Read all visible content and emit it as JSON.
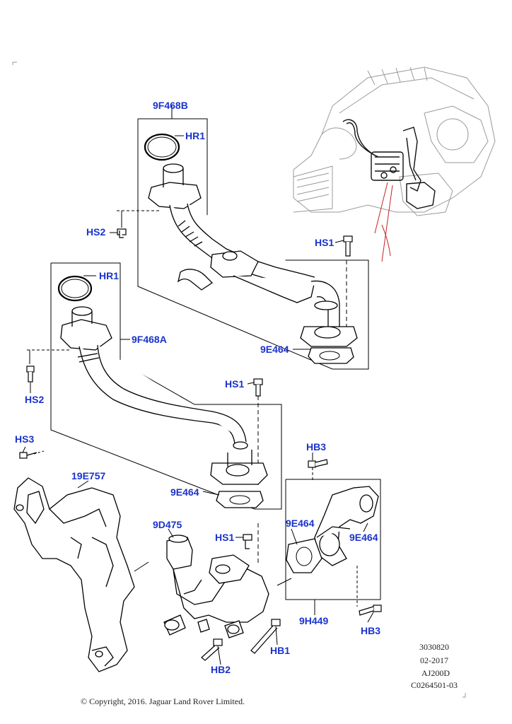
{
  "callouts": {
    "p9F468B": "9F468B",
    "hr1_top": "HR1",
    "hs2_top": "HS2",
    "hs1_top": "HS1",
    "e464_top": "9E464",
    "hr1_mid": "HR1",
    "p9F468A": "9F468A",
    "hs2_mid": "HS2",
    "hs1_mid": "HS1",
    "hs3": "HS3",
    "p19E757": "19E757",
    "e464_mid": "9E464",
    "hb3_top": "HB3",
    "p9D475": "9D475",
    "hs1_low": "HS1",
    "e464_left": "9E464",
    "e464_right": "9E464",
    "p9H449": "9H449",
    "hb3_low": "HB3",
    "hb1": "HB1",
    "hb2": "HB2"
  },
  "info": {
    "ref": "3030820",
    "date": "02-2017",
    "engine": "AJ200D",
    "code": "C0264501-03"
  },
  "copyright": "© Copyright, 2016. Jaguar Land Rover Limited.",
  "colors": {
    "callout": "#1a33cc",
    "line": "#000000",
    "leader_red": "#cc2222"
  }
}
